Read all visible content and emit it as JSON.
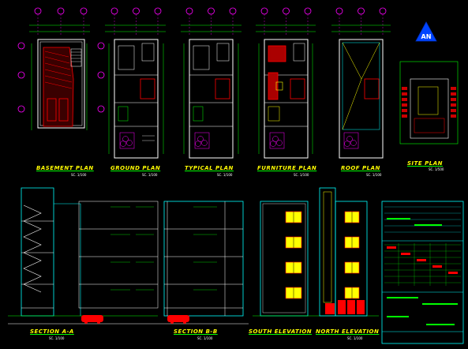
{
  "labels": {
    "basement_plan": "BASEMENT PLAN",
    "ground_plan": "GROUND PLAN",
    "typical_plan": "TYPICAL PLAN",
    "furniture_plan": "FURNITURE PLAN",
    "roof_plan": "ROOF PLAN",
    "site_plan": "SITE PLAN",
    "section_a": "SECTION A-A",
    "section_b": "SECTION B-B",
    "south_elevation": "SOUTH ELEVATION",
    "north_elevation": "NORTH ELEVATION"
  },
  "scales": {
    "basement": "SC. 1/100",
    "ground": "SC. 1/100",
    "typical": "SC. 1/100",
    "furniture": "SC. 1/100",
    "roof": "SC. 1/100",
    "site": "SC. 1/500",
    "section_a": "SC. 1/100",
    "section_b": "SC. 1/100",
    "elevations": "SC. 1/100"
  },
  "logo_letters": "AN",
  "colors": {
    "background": "#000000",
    "outline": "#00ffff",
    "wall": "#ffffff",
    "dimension": "#00ff00",
    "hatch": "#ff0000",
    "window": "#ffff00",
    "label": "#ffff00",
    "grid_bubble": "#ff00ff",
    "logo": "#0044ff"
  },
  "icons": {
    "logo": "triangle-an-logo-icon",
    "grid_marker": "circle-grid-bubble-icon",
    "car": "car-icon",
    "tree": "tree-icon"
  }
}
